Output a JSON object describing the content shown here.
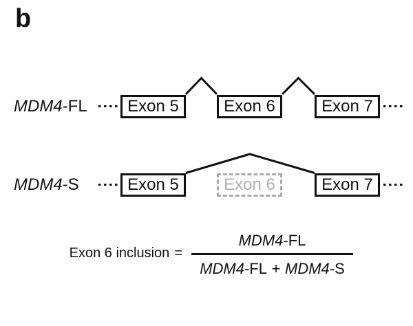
{
  "panel_label": "b",
  "colors": {
    "background": "#ffffff",
    "line": "#111111",
    "skipped_border": "#a9a9a9",
    "skipped_text": "#b0b0b0"
  },
  "isoforms": [
    {
      "gene": "MDM4",
      "suffix": "-FL",
      "exons": [
        {
          "label": "Exon 5",
          "included": true
        },
        {
          "label": "Exon 6",
          "included": true
        },
        {
          "label": "Exon 7",
          "included": true
        }
      ]
    },
    {
      "gene": "MDM4",
      "suffix": "-S",
      "exons": [
        {
          "label": "Exon 5",
          "included": true
        },
        {
          "label": "Exon 6",
          "included": false
        },
        {
          "label": "Exon 7",
          "included": true
        }
      ]
    }
  ],
  "equation": {
    "lhs": "Exon 6 inclusion",
    "equals": "=",
    "numerator": {
      "gene": "MDM4",
      "suffix": "-FL"
    },
    "denominator": {
      "term1": {
        "gene": "MDM4",
        "suffix": "-FL"
      },
      "operator": "+",
      "term2": {
        "gene": "MDM4",
        "suffix": "-S"
      }
    }
  }
}
